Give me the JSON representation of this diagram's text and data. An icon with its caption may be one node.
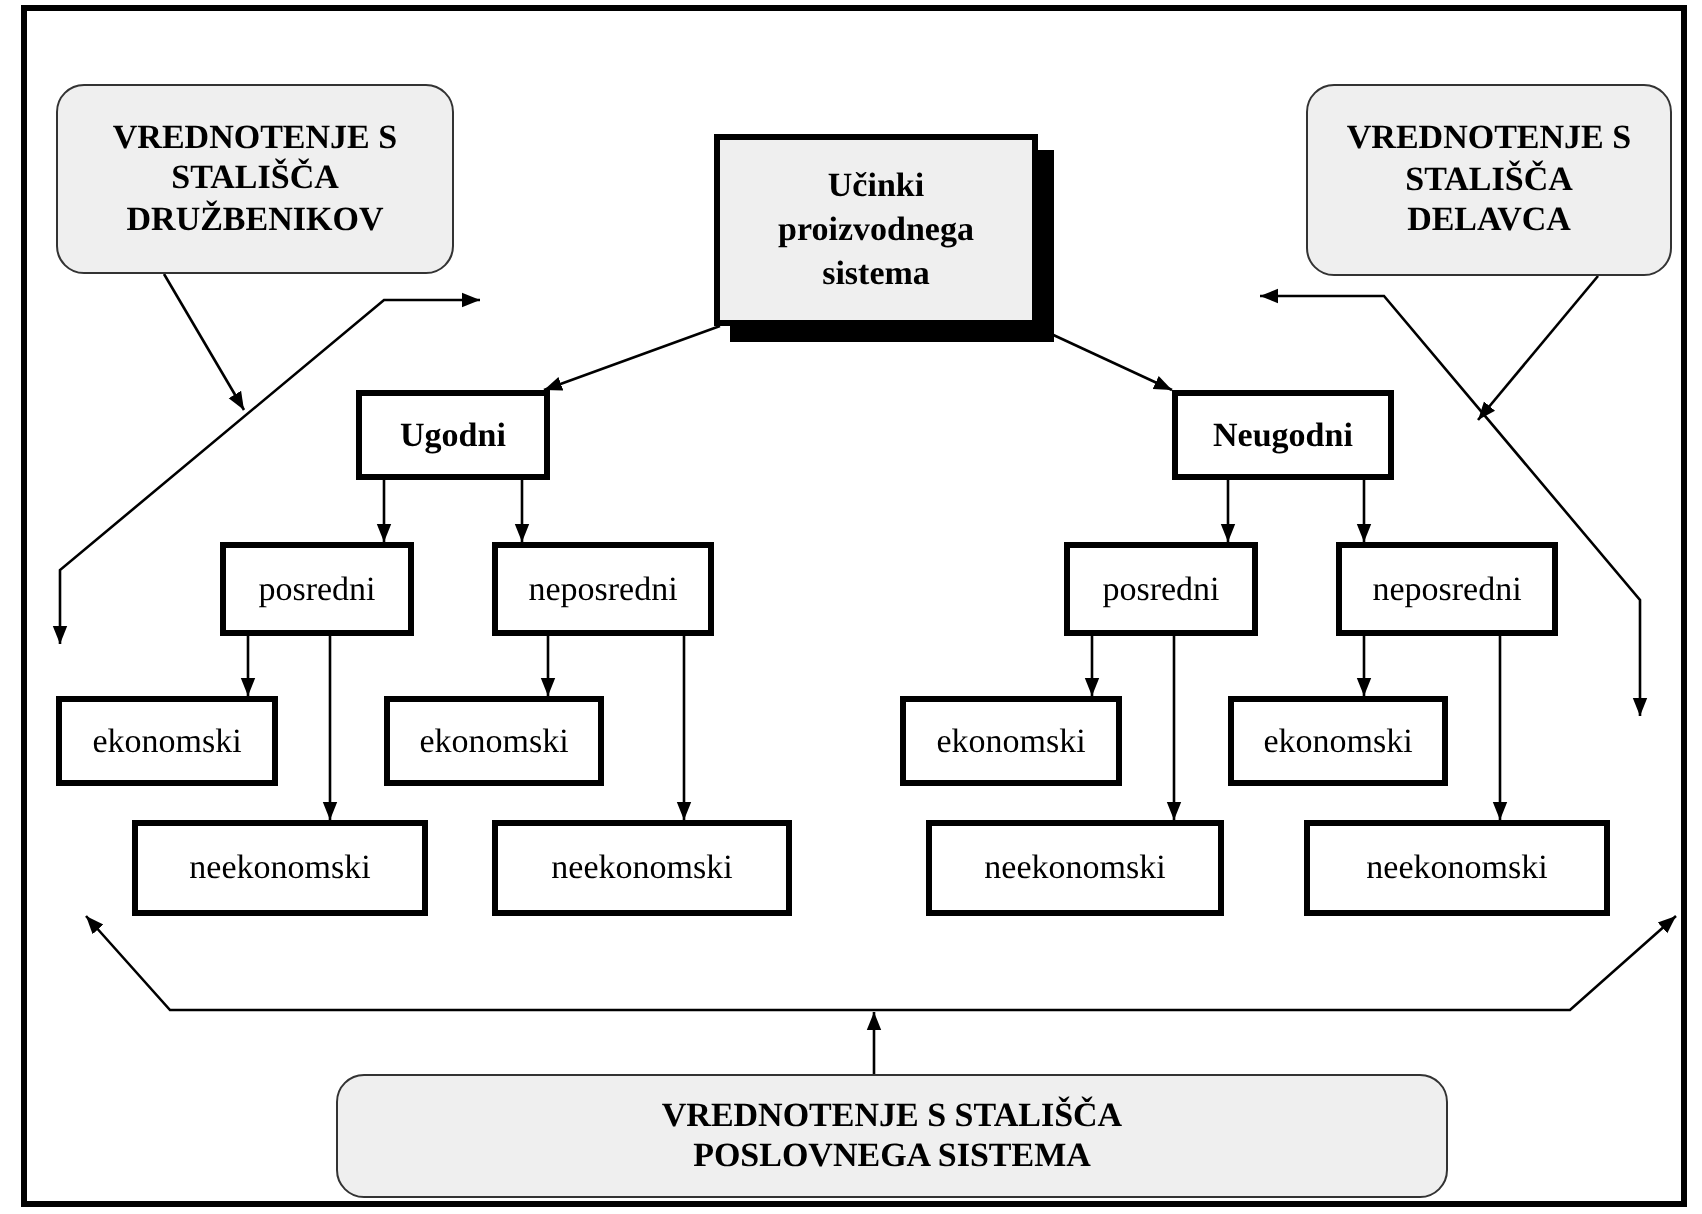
{
  "diagram": {
    "nodes": [
      {
        "text": [
          "VREDNOTENJE S STALIŠČA DRUŽBENIKOV"
        ]
      },
      {
        "text": [
          "Učinki proizvodnega sistema"
        ]
      },
      {
        "text": [
          "VREDNOTENJE S STALIŠČA DELAVCA"
        ]
      },
      {
        "text": [
          "Ugodni"
        ]
      },
      {
        "text": [
          "Neugodni"
        ]
      },
      {
        "text": [
          "posredni"
        ]
      },
      {
        "text": [
          "neposredni"
        ]
      },
      {
        "text": [
          "posredni"
        ]
      },
      {
        "text": [
          "neposredni"
        ]
      },
      {
        "text": [
          "ekonomski"
        ]
      },
      {
        "text": [
          "ekonomski"
        ]
      },
      {
        "text": [
          "ekonomski"
        ]
      },
      {
        "text": [
          "ekonomski"
        ]
      },
      {
        "text": [
          "neekonomski"
        ]
      },
      {
        "text": [
          "neekonomski"
        ]
      },
      {
        "text": [
          "neekonomski"
        ]
      },
      {
        "text": [
          "neekonomski"
        ]
      },
      {
        "text": [
          "VREDNOTENJE S STALIŠČA POSLOVNEGA SISTEMA"
        ]
      }
    ],
    "edges": [
      {
        "from": 1,
        "to": 3,
        "arrow": "to"
      },
      {
        "from": 1,
        "to": 4,
        "arrow": "to"
      },
      {
        "from": 3,
        "to": 5,
        "arrow": "to"
      },
      {
        "from": 3,
        "to": 6,
        "arrow": "to"
      },
      {
        "from": 4,
        "to": 7,
        "arrow": "to"
      },
      {
        "from": 4,
        "to": 8,
        "arrow": "to"
      },
      {
        "from": 5,
        "to": 9,
        "arrow": "to"
      },
      {
        "from": 5,
        "to": 13,
        "arrow": "to"
      },
      {
        "from": 6,
        "to": 10,
        "arrow": "to"
      },
      {
        "from": 6,
        "to": 14,
        "arrow": "to"
      },
      {
        "from": 7,
        "to": 11,
        "arrow": "to"
      },
      {
        "from": 7,
        "to": 15,
        "arrow": "to"
      },
      {
        "from": 8,
        "to": 12,
        "arrow": "to"
      },
      {
        "from": 8,
        "to": 16,
        "arrow": "to"
      },
      {
        "from": 0,
        "to": null,
        "arrow": "to"
      },
      {
        "from": 2,
        "to": null,
        "arrow": "to"
      },
      {
        "from": 17,
        "to": null,
        "arrow": "to"
      }
    ]
  }
}
